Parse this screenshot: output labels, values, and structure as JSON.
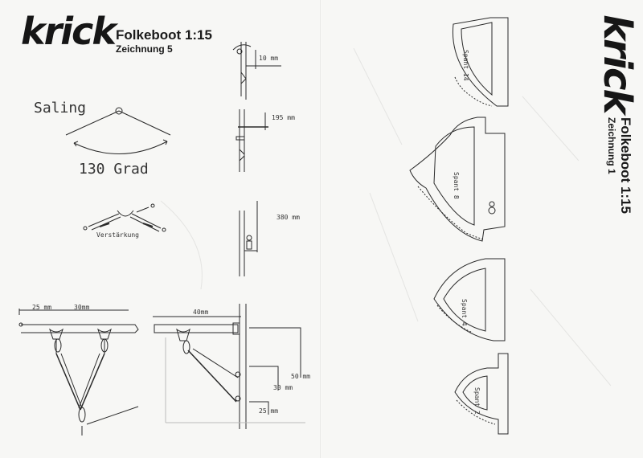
{
  "left_page": {
    "logo": "krick",
    "title": "Folkeboot 1:15",
    "subtitle": "Zeichnung 5",
    "saling_label": "Saling",
    "angle_label": "130 Grad",
    "reinforcement_label": "Verstärkung",
    "dims": {
      "d10": "10 mm",
      "d195": "195 mm",
      "d380": "380 mm",
      "d25": "25 mm",
      "d30": "30mm",
      "d40": "40mm",
      "d50": "50 mm",
      "d30b": "30 mm",
      "d25b": "25 mm"
    }
  },
  "right_page": {
    "logo": "krick",
    "title": "Folkeboot 1:15",
    "subtitle": "Zeichnung 1",
    "frames": [
      "Spant 14",
      "Spant 8",
      "Spant 4",
      "Spant 2"
    ]
  }
}
